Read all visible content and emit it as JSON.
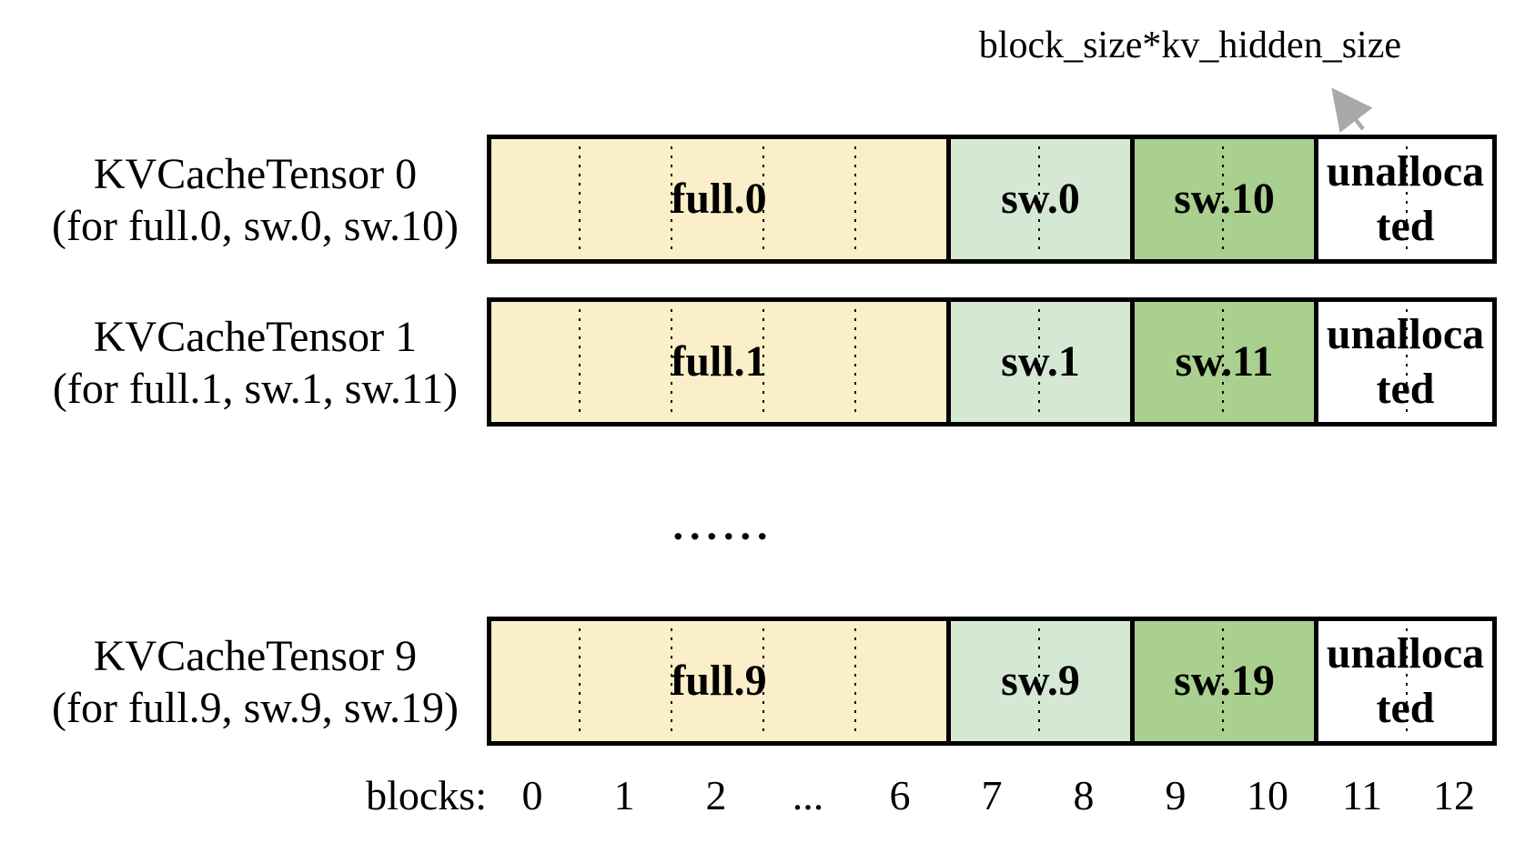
{
  "annotation": {
    "text": "block_size*kv_hidden_size"
  },
  "rows": [
    {
      "title": "KVCacheTensor 0",
      "subtitle": "(for full.0, sw.0, sw.10)",
      "full_label": "full.0",
      "sw_label_1": "sw.0",
      "sw_label_2": "sw.10",
      "unallocated_line_1": "unalloca",
      "unallocated_line_2": "ted",
      "highlighted": true
    },
    {
      "title": "KVCacheTensor 1",
      "subtitle": "(for full.1, sw.1, sw.11)",
      "full_label": "full.1",
      "sw_label_1": "sw.1",
      "sw_label_2": "sw.11",
      "unallocated_line_1": "unalloca",
      "unallocated_line_2": "ted",
      "highlighted": false
    },
    {
      "title": "KVCacheTensor 9",
      "subtitle": "(for full.9, sw.9, sw.19)",
      "full_label": "full.9",
      "sw_label_1": "sw.9",
      "sw_label_2": "sw.19",
      "unallocated_line_1": "unalloca",
      "unallocated_line_2": "ted",
      "highlighted": false
    }
  ],
  "ellipsis": "......",
  "axis": {
    "label": "blocks:",
    "ticks": [
      "0",
      "1",
      "2",
      "...",
      "6",
      "7",
      "8",
      "9",
      "10",
      "11",
      "12"
    ]
  },
  "colors": {
    "full_block": "#FAEFC8",
    "sw_recent_block": "#D5E8D4",
    "sw_older_block": "#A9D08E",
    "unallocated_block": "#FFFFFF",
    "highlight_fill": "#EAEAEA",
    "highlight_border": "#ACACAC",
    "arrow": "#A9A9A9",
    "border": "#000000"
  }
}
